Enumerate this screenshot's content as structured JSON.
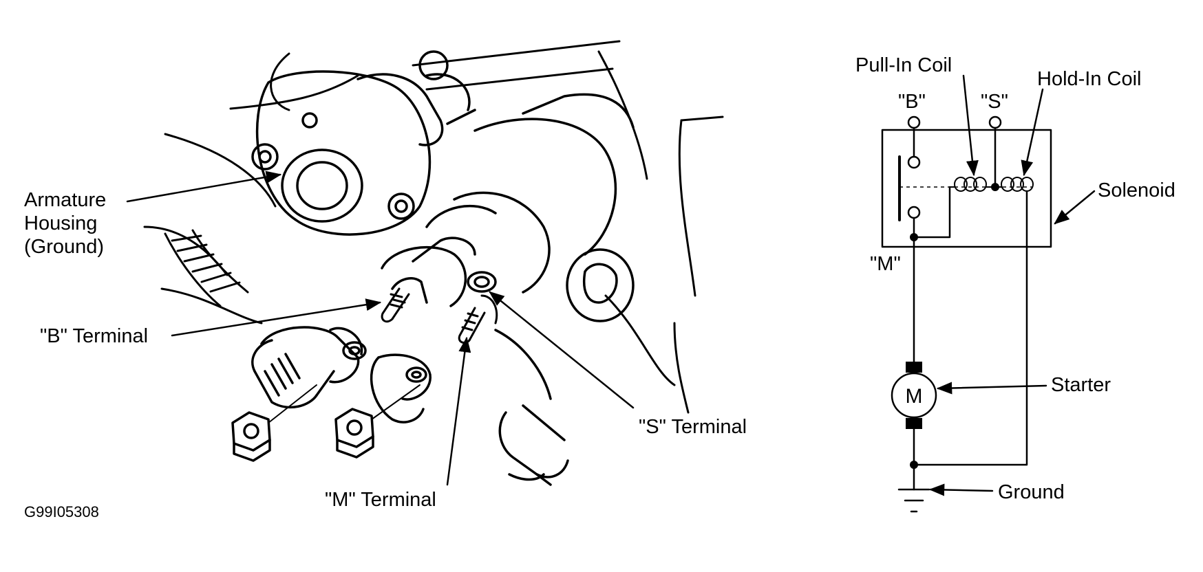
{
  "figure_id": "G99I05308",
  "illustration": {
    "labels": {
      "armature_housing": [
        "Armature",
        "Housing",
        "(Ground)"
      ],
      "b_terminal": "\"B\" Terminal",
      "s_terminal": "\"S\" Terminal",
      "m_terminal": "\"M\" Terminal"
    }
  },
  "schematic": {
    "labels": {
      "pull_in_coil": "Pull-In Coil",
      "hold_in_coil": "Hold-In Coil",
      "b": "\"B\"",
      "s": "\"S\"",
      "m": "\"M\"",
      "solenoid": "Solenoid",
      "starter": "Starter",
      "motor": "M",
      "ground": "Ground"
    }
  },
  "colors": {
    "ink": "#000000",
    "paper": "#ffffff"
  }
}
